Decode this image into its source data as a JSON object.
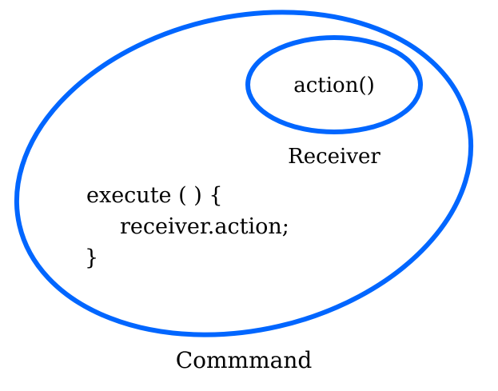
{
  "colors": {
    "stroke": "#0066ff",
    "text": "#000000",
    "background": "#ffffff"
  },
  "outer": {
    "label": "Commmand",
    "code": {
      "line1": "execute ( ) {",
      "line2": "receiver.action;",
      "line3": "}"
    }
  },
  "inner": {
    "label": "Receiver",
    "method": "action()"
  }
}
